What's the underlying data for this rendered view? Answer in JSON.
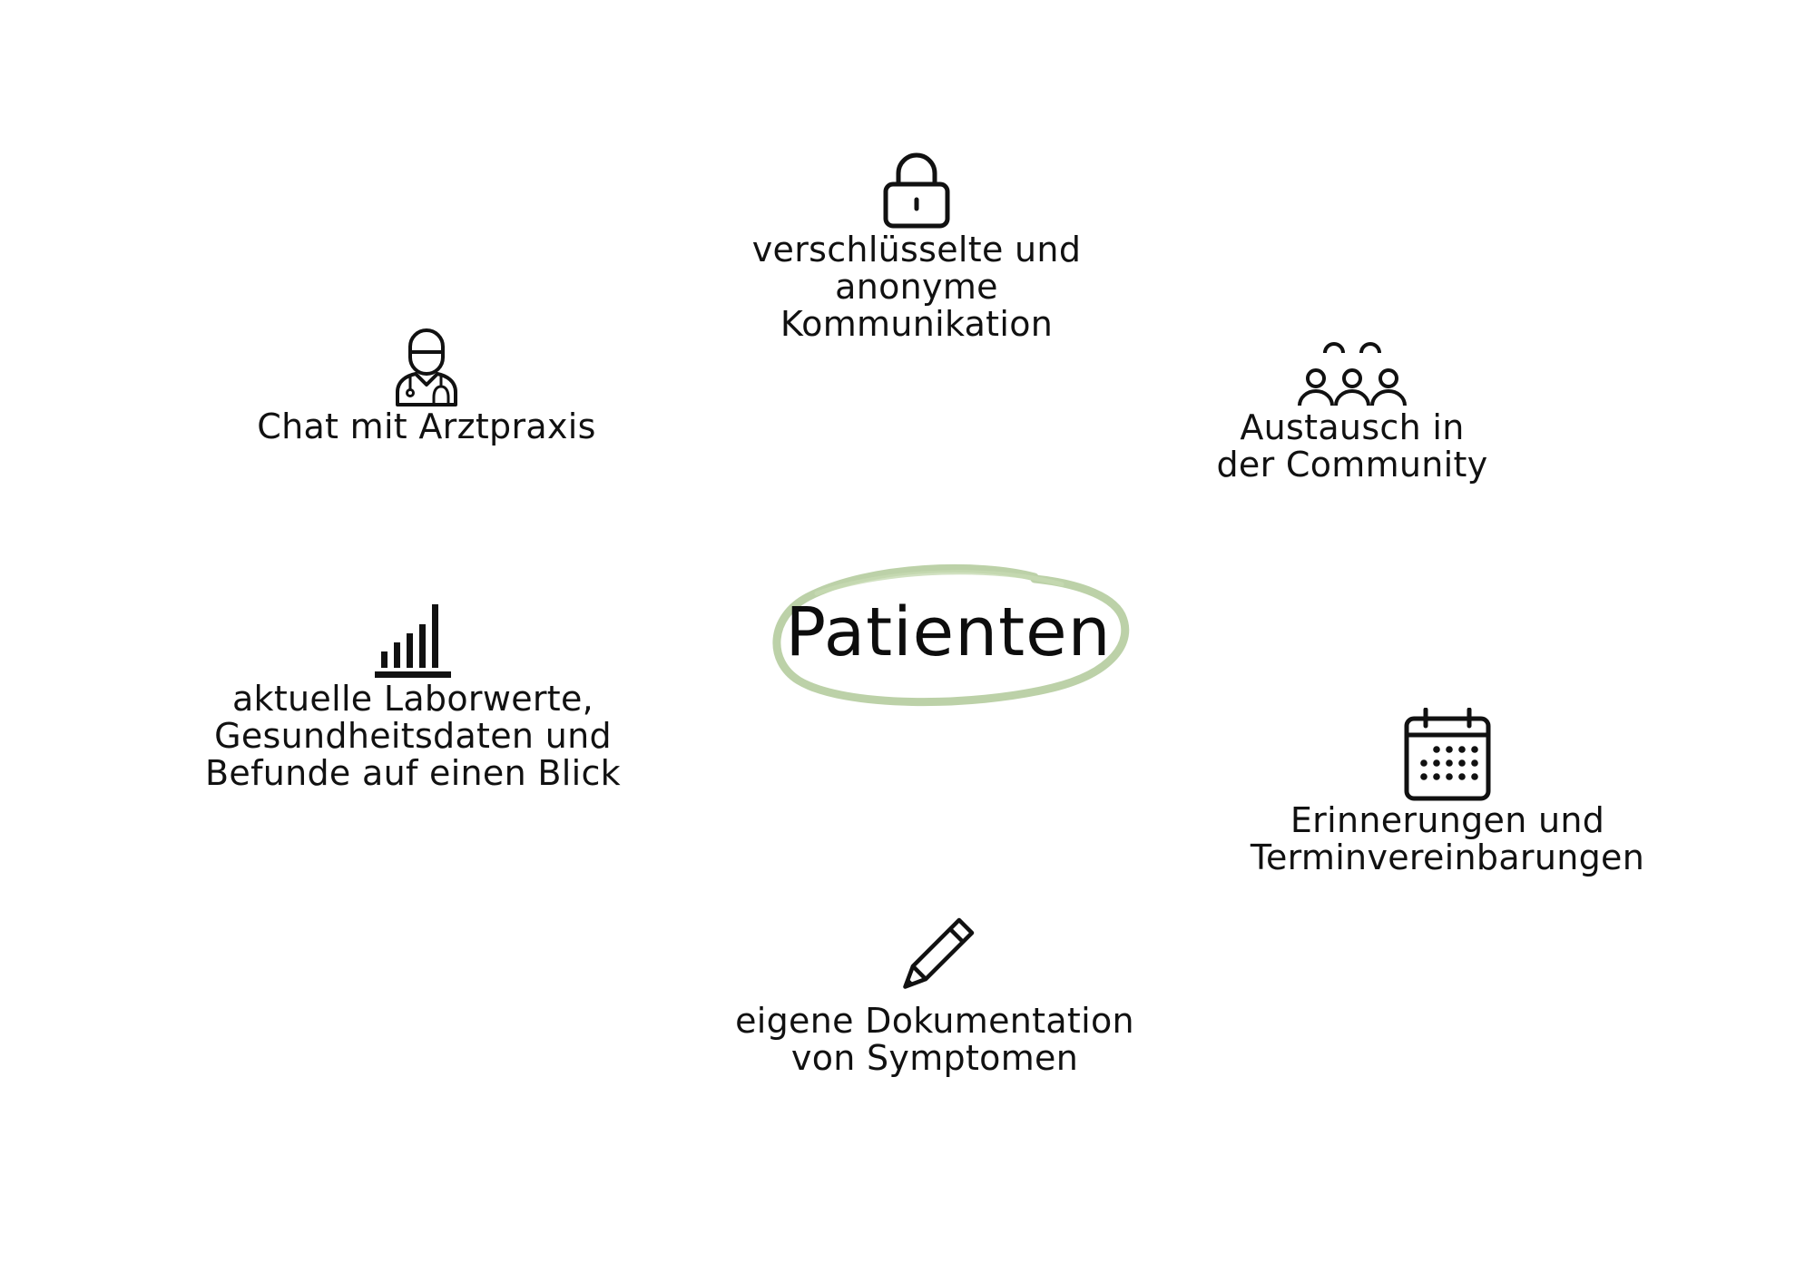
{
  "center": {
    "title": "Patienten",
    "ring_color": "#b5cc9e"
  },
  "nodes": {
    "security": {
      "icon": "lock-icon",
      "lines": [
        "verschlüsselte und",
        "anonyme",
        "Kommunikation"
      ]
    },
    "chat": {
      "icon": "doctor-icon",
      "lines": [
        "Chat mit Arztpraxis"
      ]
    },
    "community": {
      "icon": "community-group-icon",
      "lines": [
        "Austausch in",
        "der Community"
      ]
    },
    "lab": {
      "icon": "bar-chart-icon",
      "lines": [
        "aktuelle Laborwerte,",
        "Gesundheitsdaten und",
        "Befunde auf einen Blick"
      ]
    },
    "reminders": {
      "icon": "calendar-icon",
      "lines": [
        "Erinnerungen und",
        "Terminvereinbarungen"
      ]
    },
    "docs": {
      "icon": "pencil-icon",
      "lines": [
        "eigene Dokumentation",
        "von Symptomen"
      ]
    }
  }
}
